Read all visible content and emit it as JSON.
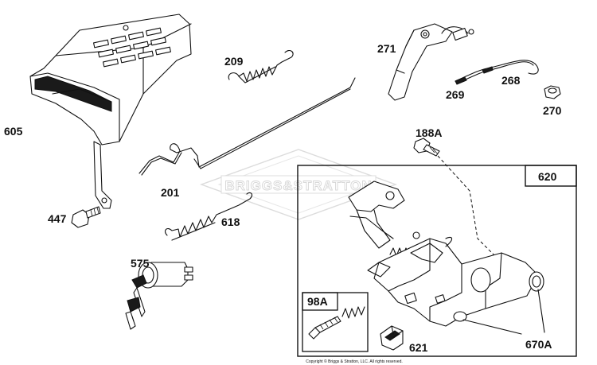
{
  "watermark": "BRIGGS&STRATTON",
  "copyright": "Copyright © Briggs & Stratton, LLC. All rights reserved.",
  "callouts": {
    "p605": "605",
    "p209": "209",
    "p271": "271",
    "p268": "268",
    "p269": "269",
    "p270": "270",
    "p188A": "188A",
    "p201": "201",
    "p620": "620",
    "p447": "447",
    "p618": "618",
    "p575": "575",
    "p98A": "98A",
    "p621": "621",
    "p670A": "670A"
  }
}
